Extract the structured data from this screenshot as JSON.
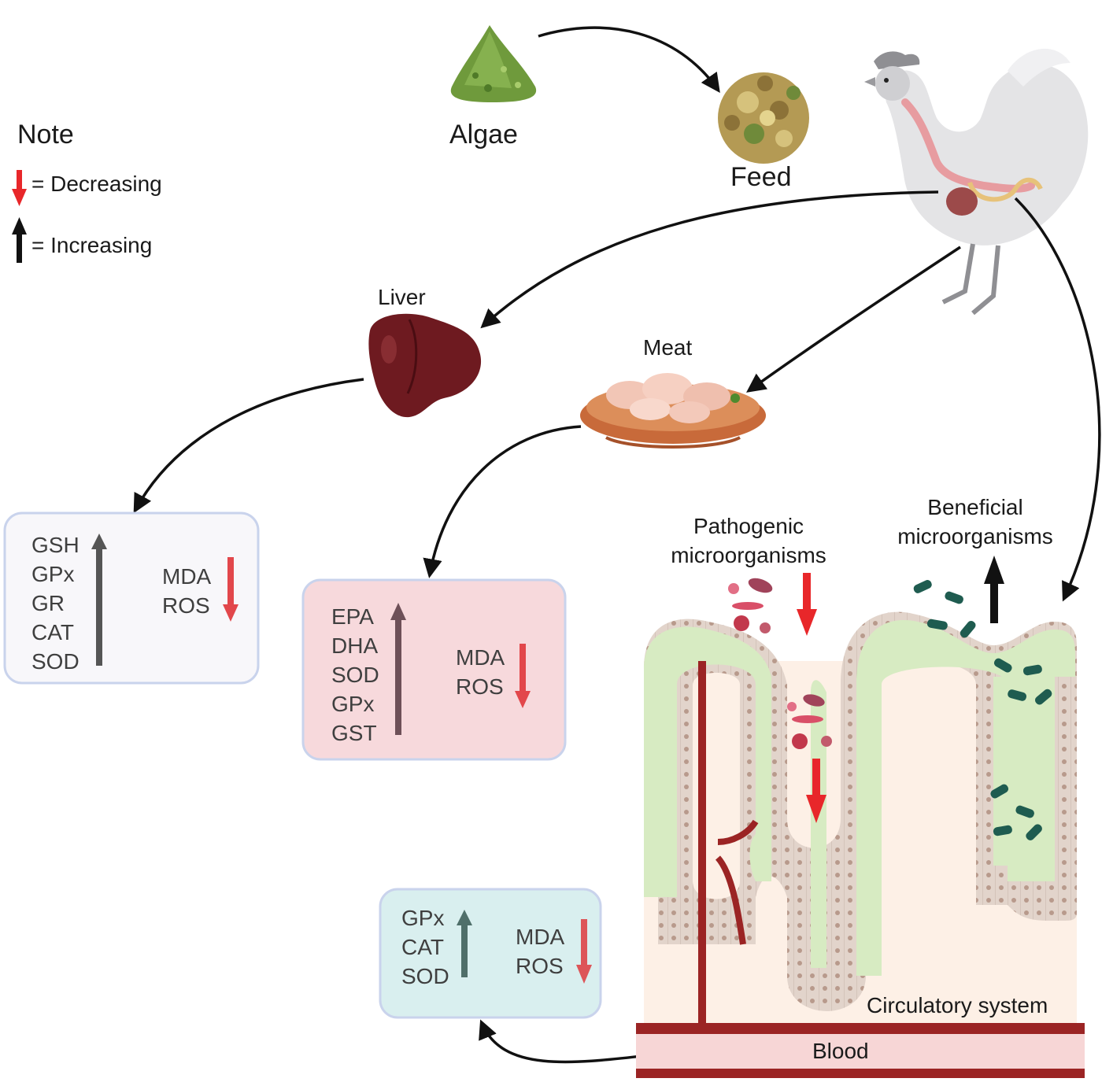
{
  "legend": {
    "title": "Note",
    "decreasing": "= Decreasing",
    "increasing": "= Increasing",
    "decrease_color": "#e8272a",
    "increase_color": "#111111"
  },
  "nodes": {
    "algae": "Algae",
    "feed": "Feed",
    "liver": "Liver",
    "meat": "Meat",
    "pathogenic": [
      "Pathogenic",
      "microorganisms"
    ],
    "beneficial": [
      "Beneficial",
      "microorganisms"
    ],
    "circulatory": "Circulatory system",
    "blood": "Blood"
  },
  "boxes": {
    "liver": {
      "increased": [
        "GSH",
        "GPx",
        "GR",
        "CAT",
        "SOD"
      ],
      "decreased": [
        "MDA",
        "ROS"
      ],
      "fill": "#f8f7fa"
    },
    "meat": {
      "increased": [
        "EPA",
        "DHA",
        "SOD",
        "GPx",
        "GST"
      ],
      "decreased": [
        "MDA",
        "ROS"
      ],
      "fill": "#f7d9dc"
    },
    "blood": {
      "increased": [
        "GPx",
        "CAT",
        "SOD"
      ],
      "decreased": [
        "MDA",
        "ROS"
      ],
      "fill": "#d9efef"
    }
  },
  "colors": {
    "villus": "#d7ebc2",
    "epithelium": "#ddd0c8",
    "vessel": "#9b2424",
    "lumen_bg": "#fdf0e6"
  }
}
